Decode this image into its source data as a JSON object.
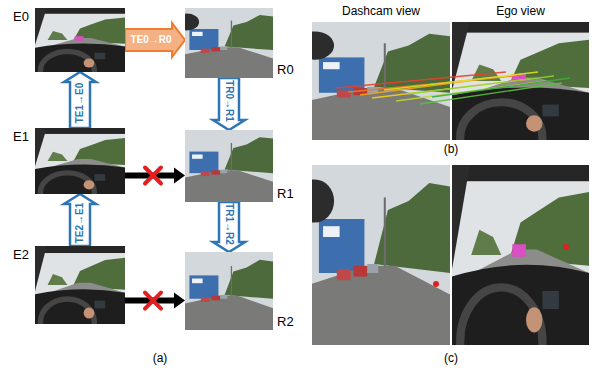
{
  "diagram": {
    "nodes": [
      {
        "text": [
          "E0"
        ]
      },
      {
        "text": [
          "R0"
        ]
      },
      {
        "text": [
          "E1"
        ]
      },
      {
        "text": [
          "R1"
        ]
      },
      {
        "text": [
          "E2"
        ]
      },
      {
        "text": [
          "R2"
        ]
      },
      {
        "text": [
          "Dashcam view"
        ]
      },
      {
        "text": [
          "Ego view"
        ]
      }
    ],
    "edges": [
      {
        "from": 2,
        "to": 0,
        "arrow": "to",
        "label": "TE1→E0"
      },
      {
        "from": 4,
        "to": 2,
        "arrow": "to",
        "label": "TE2→E1"
      },
      {
        "from": 0,
        "to": 1,
        "arrow": "to",
        "label": "TE0→R0"
      },
      {
        "from": 1,
        "to": 3,
        "arrow": "to",
        "label": "TR0→R1"
      },
      {
        "from": 3,
        "to": 5,
        "arrow": "to",
        "label": "TR1→R2"
      },
      {
        "from": 2,
        "to": 3,
        "arrow": "to"
      },
      {
        "from": 4,
        "to": 5,
        "arrow": "to"
      }
    ],
    "labels": [
      "(a)",
      "(b)",
      "(c)"
    ]
  }
}
